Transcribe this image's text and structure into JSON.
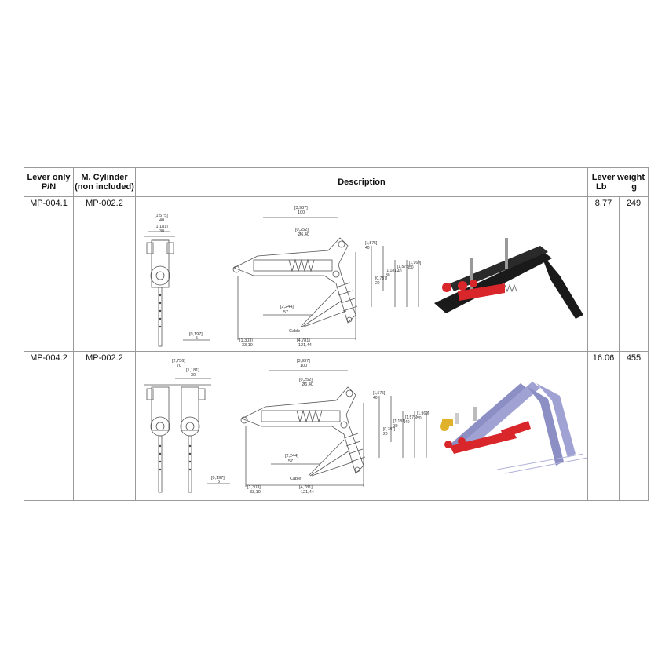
{
  "table": {
    "headers": {
      "lever_only": [
        "Lever only",
        "P/N"
      ],
      "cylinder": [
        "M. Cylinder",
        "(non included)"
      ],
      "description": "Description",
      "weight": "Lever weight",
      "weight_units": [
        "Lb",
        "g"
      ]
    },
    "rows": [
      {
        "pn": "MP-004.1",
        "cylinder": "MP-002.2",
        "weight_lb": "8.77",
        "weight_g": "249",
        "drawing": {
          "front": [
            "[1,575]",
            "40",
            "[1,181]",
            "30",
            "[0,197]",
            "5"
          ],
          "side_top": [
            "[3,937]",
            "100"
          ],
          "hole": [
            "[0,252]",
            "Ø6,40"
          ],
          "side_right": [
            "[1,575]",
            "40",
            "[0,787]",
            "20",
            "[1,181]",
            "30",
            "[1,575]",
            "40",
            "[1,969]",
            "50"
          ],
          "bottom_mid": [
            "[2,244]",
            "57"
          ],
          "cable": "Cable",
          "bottom_left": [
            "[1,303]",
            "33,10"
          ],
          "bottom_total": [
            "[4,781]",
            "121,44"
          ]
        }
      },
      {
        "pn": "MP-004.2",
        "cylinder": "MP-002.2",
        "weight_lb": "16.06",
        "weight_g": "455",
        "drawing": {
          "front": [
            "[2,756]",
            "70",
            "[1,181]",
            "30",
            "[0,197]",
            "5"
          ],
          "side_top": [
            "[3,937]",
            "100"
          ],
          "hole": [
            "[0,252]",
            "Ø6,40"
          ],
          "side_right": [
            "[1,575]",
            "40",
            "[0,787]",
            "20",
            "[1,181]",
            "30",
            "[1,575]",
            "40",
            "[1,969]",
            "50"
          ],
          "bottom_mid": [
            "[2,244]",
            "57"
          ],
          "cable": "Cable",
          "bottom_left": [
            "[1,303]",
            "33,10"
          ],
          "bottom_total": [
            "[4,781]",
            "121,44"
          ]
        }
      }
    ]
  },
  "colors": {
    "border": "#9a9a9a",
    "render_black": "#1a1a1a",
    "render_red": "#d9262b",
    "render_purple": "#8c8fc4",
    "render_gold": "#e0b12a",
    "drawing_line": "#555555"
  }
}
